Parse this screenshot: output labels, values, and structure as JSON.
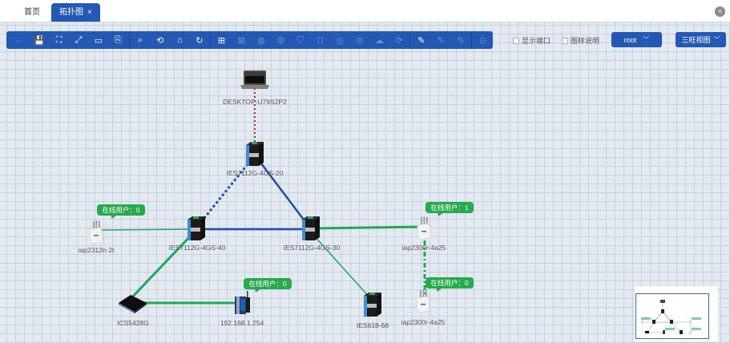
{
  "tabs": [
    {
      "label": "首页",
      "active": false
    },
    {
      "label": "拓扑图",
      "active": true,
      "close": "×"
    }
  ],
  "close_all_icon": "×",
  "toolbar": {
    "groups": [
      [
        {
          "icon": "back-arrow-icon",
          "glyph": "←",
          "disabled": true
        },
        {
          "icon": "save-icon",
          "glyph": "💾",
          "disabled": false
        },
        {
          "icon": "layout-icon",
          "glyph": "⛶",
          "disabled": false
        },
        {
          "icon": "fit-screen-icon",
          "glyph": "⤢",
          "disabled": false
        },
        {
          "icon": "panel-icon",
          "glyph": "▭",
          "disabled": false
        },
        {
          "icon": "export-icon",
          "glyph": "⎘",
          "disabled": false
        }
      ],
      [
        {
          "icon": "search-device-icon",
          "glyph": "⌕",
          "disabled": false
        },
        {
          "icon": "refresh-device-icon",
          "glyph": "⟲",
          "disabled": false
        },
        {
          "icon": "basket-icon",
          "glyph": "⌂",
          "disabled": false
        },
        {
          "icon": "refresh-icon",
          "glyph": "↻",
          "disabled": false
        }
      ],
      [
        {
          "icon": "add-device-icon",
          "glyph": "⊞",
          "disabled": false
        },
        {
          "icon": "delete-device-icon",
          "glyph": "⊠",
          "disabled": true
        },
        {
          "icon": "globe-icon",
          "glyph": "◍",
          "disabled": true
        },
        {
          "icon": "device-settings-icon",
          "glyph": "⚙",
          "disabled": true
        },
        {
          "icon": "device-shield-icon",
          "glyph": "⛉",
          "disabled": true
        },
        {
          "icon": "code-icon",
          "glyph": "⟨⟩",
          "disabled": true
        },
        {
          "icon": "globe-settings-icon",
          "glyph": "◎",
          "disabled": true
        },
        {
          "icon": "monitor-icon",
          "glyph": "⊜",
          "disabled": true
        },
        {
          "icon": "cloud-upload-icon",
          "glyph": "☁",
          "disabled": true
        },
        {
          "icon": "cloud-sync-icon",
          "glyph": "⟳",
          "disabled": true
        }
      ],
      [
        {
          "icon": "add-link-icon",
          "glyph": "✎",
          "disabled": false
        },
        {
          "icon": "delete-link-icon",
          "glyph": "✎",
          "disabled": true
        },
        {
          "icon": "link-settings-icon",
          "glyph": "✎",
          "disabled": true
        }
      ],
      [
        {
          "icon": "reset-icon",
          "glyph": "⊙",
          "disabled": true
        }
      ]
    ]
  },
  "options": {
    "show_port": "显示端口",
    "legend": "图样说明"
  },
  "selects": {
    "user": "root",
    "view": "三旺视图"
  },
  "chevron": "﹀",
  "colors": {
    "primary": "#2458b5",
    "green_link": "#1fa855",
    "blue_link": "#1f4fa8",
    "red_link": "#b0302a",
    "badge": "#27a94e"
  },
  "nodes": [
    {
      "id": "desktop",
      "label": "DESKTOP-U79S2P2",
      "type": "laptop"
    },
    {
      "id": "s20",
      "label": "IES7112G-4GS-20",
      "type": "switch"
    },
    {
      "id": "s40",
      "label": "IES7112G-4GS-40",
      "type": "switch"
    },
    {
      "id": "s30",
      "label": "IES7112G-4GS-30",
      "type": "switch"
    },
    {
      "id": "ap1",
      "label": "iap2312n-2t",
      "type": "ap",
      "badge": "在线用户：0"
    },
    {
      "id": "ap2",
      "label": "iap2300r-4a25",
      "type": "ap",
      "badge": "在线用户：1"
    },
    {
      "id": "ap3",
      "label": "iap2300r-4a25",
      "type": "ap",
      "badge": "在线用户：0"
    },
    {
      "id": "ics",
      "label": "ICS5428G",
      "type": "flat-switch"
    },
    {
      "id": "gw",
      "label": "192.168.1.254",
      "type": "gateway",
      "badge": "在线用户：0"
    },
    {
      "id": "ies618",
      "label": "IES618-68",
      "type": "switch"
    }
  ],
  "links": [
    {
      "from": "desktop",
      "to": "s20",
      "style": "red-dotted"
    },
    {
      "from": "s20",
      "to": "s40",
      "style": "blue-dotted"
    },
    {
      "from": "s20",
      "to": "s30",
      "style": "blue"
    },
    {
      "from": "s40",
      "to": "s30",
      "style": "blue"
    },
    {
      "from": "ap1",
      "to": "s40",
      "style": "green-thin"
    },
    {
      "from": "s30",
      "to": "ap2",
      "style": "green"
    },
    {
      "from": "ap2",
      "to": "ap3",
      "style": "green-dashed"
    },
    {
      "from": "s40",
      "to": "ics",
      "style": "green"
    },
    {
      "from": "ics",
      "to": "gw",
      "style": "green"
    },
    {
      "from": "s30",
      "to": "ies618",
      "style": "green-thin"
    }
  ]
}
